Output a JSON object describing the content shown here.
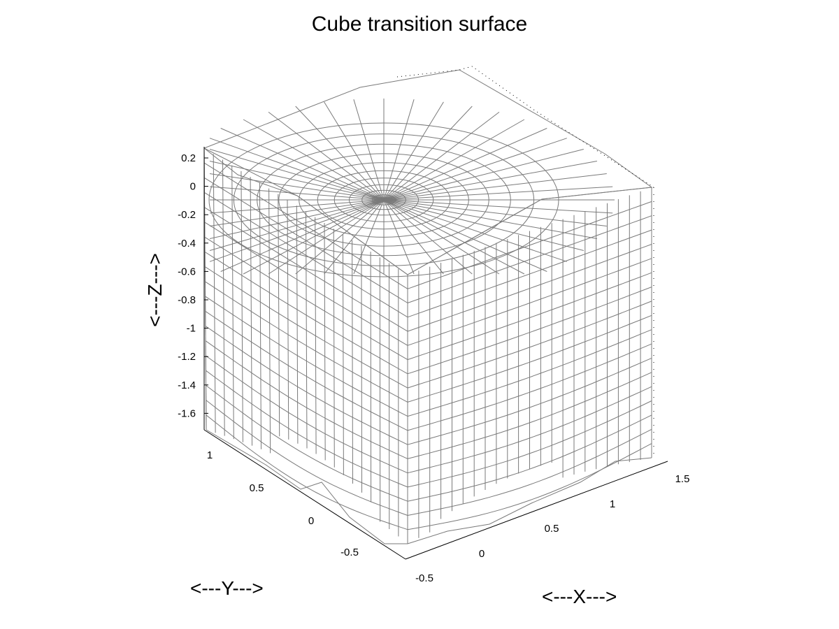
{
  "chart_data": {
    "type": "surface3d",
    "title": "Cube transition surface",
    "xlabel": "<---X--->",
    "ylabel": "<---Y--->",
    "zlabel": "<---Z--->",
    "x_ticks": [
      "-0.5",
      "0",
      "0.5",
      "1",
      "1.5"
    ],
    "y_ticks": [
      "-0.5",
      "0",
      "0.5",
      "1"
    ],
    "z_ticks": [
      "0.2",
      "0",
      "-0.2",
      "-0.4",
      "-0.6",
      "-0.8",
      "-1",
      "-1.2",
      "-1.4",
      "-1.6"
    ],
    "mesh_color": "#7a7a7a",
    "background": "#ffffff"
  }
}
